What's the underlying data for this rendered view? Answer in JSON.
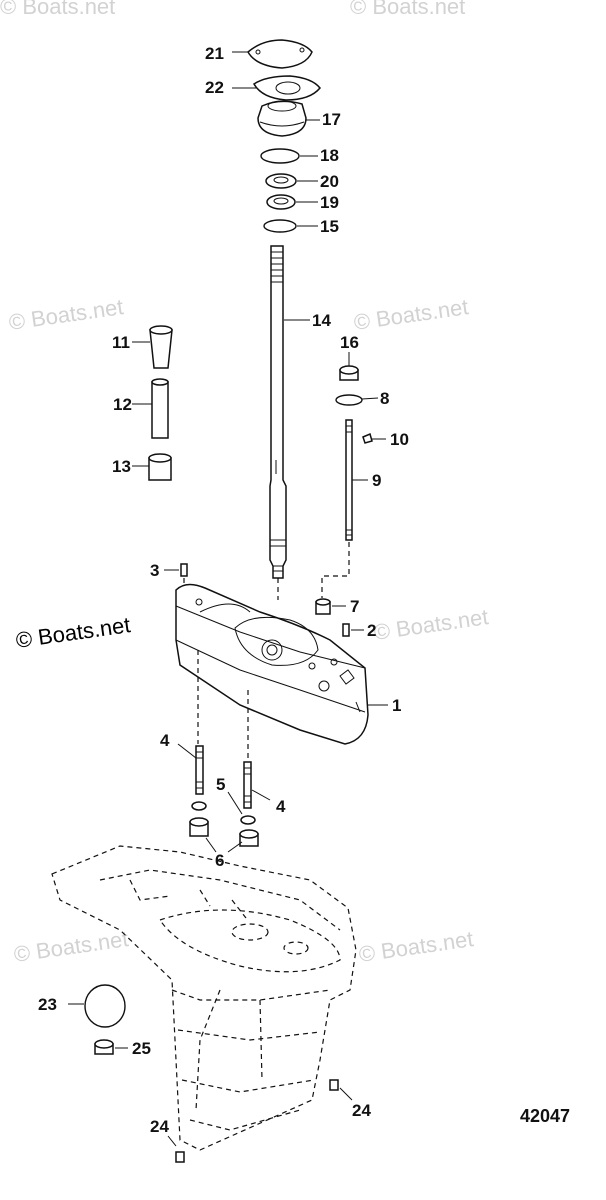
{
  "watermarks": {
    "corner": "© Boats.net",
    "main": "© Boats.net"
  },
  "figure_number": "42047",
  "part_labels": [
    "1",
    "2",
    "3",
    "4",
    "4",
    "5",
    "6",
    "7",
    "8",
    "9",
    "10",
    "11",
    "12",
    "13",
    "14",
    "15",
    "16",
    "17",
    "18",
    "19",
    "20",
    "21",
    "22",
    "23",
    "24",
    "24",
    "25"
  ]
}
